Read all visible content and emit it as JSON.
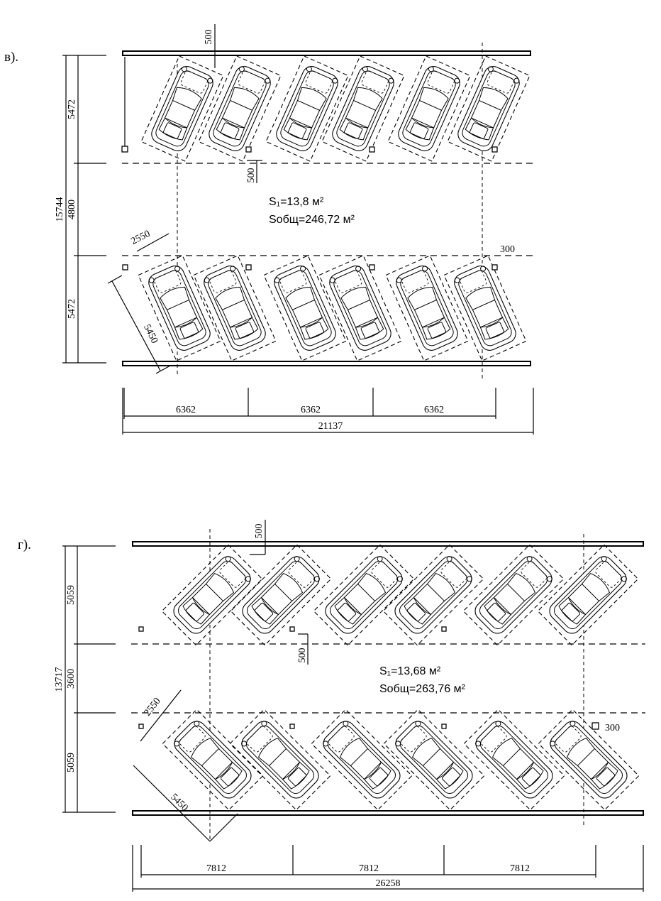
{
  "panel_v": {
    "label": "в).",
    "area_single": "S₁=13,8 м²",
    "area_total": "Sобщ=246,72 м²",
    "dims": {
      "overall_height": "15744",
      "bay_top": "5472",
      "aisle": "4800",
      "bay_bottom": "5472",
      "module_1": "6362",
      "module_2": "6362",
      "module_3": "6362",
      "overall_width": "21137",
      "offset_top": "500",
      "offset_mid": "500",
      "clearance": "300",
      "car_width": "2550",
      "car_length": "5450"
    }
  },
  "panel_g": {
    "label": "г).",
    "area_single": "S₁=13,68 м²",
    "area_total": "Sобщ=263,76 м²",
    "dims": {
      "overall_height": "13717",
      "bay_top": "5059",
      "aisle": "3600",
      "bay_bottom": "5059",
      "module_1": "7812",
      "module_2": "7812",
      "module_3": "7812",
      "overall_width": "26258",
      "offset_top": "500",
      "offset_mid": "500",
      "clearance": "300",
      "car_width": "2550",
      "car_length": "5450"
    }
  }
}
